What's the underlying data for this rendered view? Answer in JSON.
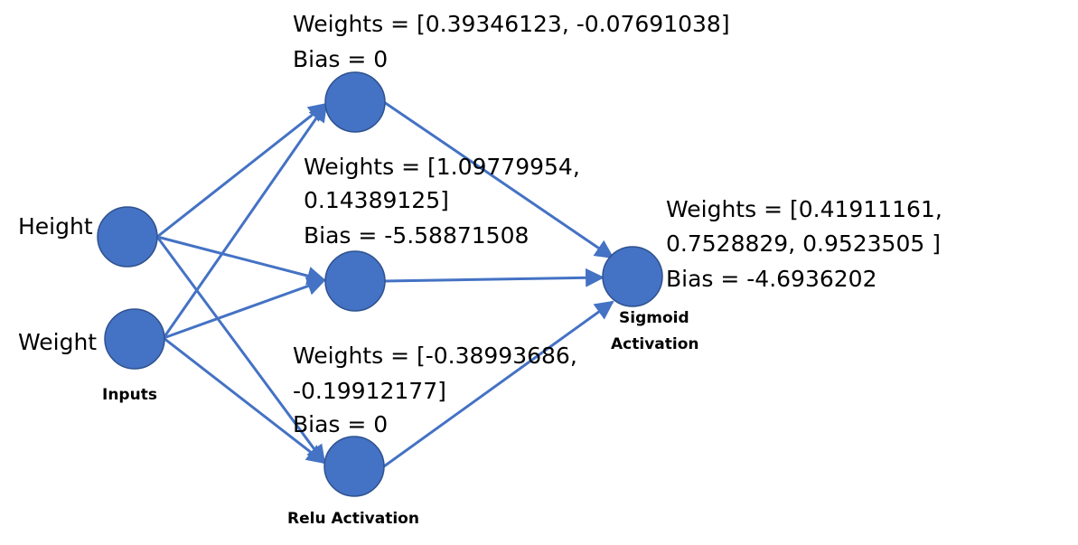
{
  "colors": {
    "node_fill": "#4472C4",
    "node_stroke": "#2F528F",
    "edge": "#4472C4",
    "text": "#000000"
  },
  "input_labels": {
    "height": "Height",
    "weight": "Weight",
    "group": "Inputs"
  },
  "hidden1": {
    "weights_line": "Weights = [0.39346123, -0.07691038]",
    "bias": "Bias = 0"
  },
  "hidden2": {
    "weights_line1": "Weights = [1.09779954,",
    "weights_line2": "0.14389125]",
    "bias": "Bias = -5.58871508"
  },
  "hidden3": {
    "weights_line1": "Weights = [-0.38993686,",
    "weights_line2": "-0.19912177]",
    "bias": "Bias = 0",
    "activation": "Relu Activation"
  },
  "output": {
    "weights_line1": "Weights = [0.41911161,",
    "weights_line2": "0.7528829, 0.9523505 ]",
    "bias": "Bias = -4.6936202",
    "activation_line1": "Sigmoid",
    "activation_line2": "Activation"
  }
}
